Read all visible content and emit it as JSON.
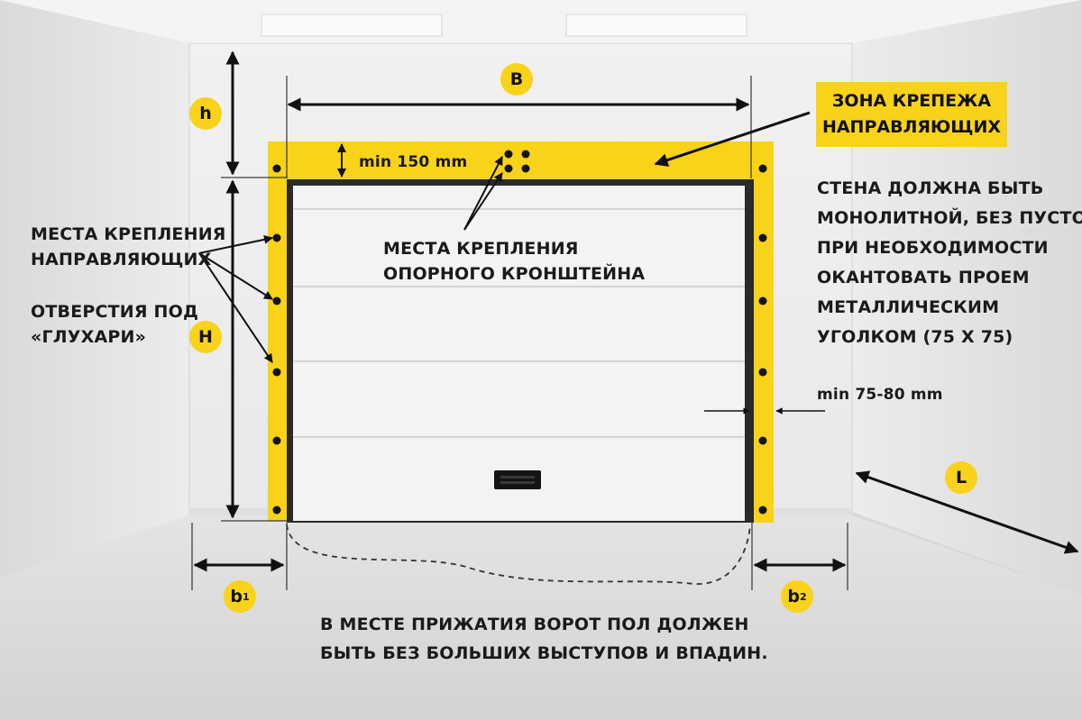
{
  "colors": {
    "accent": "#f9d21a",
    "ink": "#111111",
    "door": "#f3f3f3",
    "frame": "#2a2a2a"
  },
  "dimensions": {
    "B": "B",
    "h": "h",
    "H": "H",
    "L": "L",
    "b1": {
      "base": "b",
      "sub": "1"
    },
    "b2": {
      "base": "b",
      "sub": "2"
    }
  },
  "zone_label": [
    "ЗОНА КРЕПЕЖА",
    "НАПРАВЛЯЮЩИХ"
  ],
  "measurements": {
    "top_min": "min 150 mm",
    "side_min": "min 75-80 mm"
  },
  "left_notes": {
    "guide_mount": [
      "МЕСТА КРЕПЛЕНИЯ",
      "НАПРАВЛЯЮЩИХ"
    ],
    "holes": [
      "ОТВЕРСТИЯ ПОД",
      "«ГЛУХАРИ»"
    ]
  },
  "bracket_note": [
    "МЕСТА КРЕПЛЕНИЯ",
    "ОПОРНОГО КРОНШТЕЙНА"
  ],
  "wall_note": [
    "СТЕНА ДОЛЖНА БЫТЬ",
    "МОНОЛИТНОЙ, БЕЗ ПУСТОТ.",
    "ПРИ НЕОБХОДИМОСТИ",
    "ОКАНТОВАТЬ ПРОЕМ",
    "МЕТАЛЛИЧЕСКИМ",
    "УГОЛКОМ (75 Х 75)"
  ],
  "floor_note": [
    "В МЕСТЕ ПРИЖАТИЯ ВОРОТ ПОЛ ДОЛЖЕН",
    "БЫТЬ БЕЗ БОЛЬШИХ ВЫСТУПОВ И ВПАДИН."
  ]
}
